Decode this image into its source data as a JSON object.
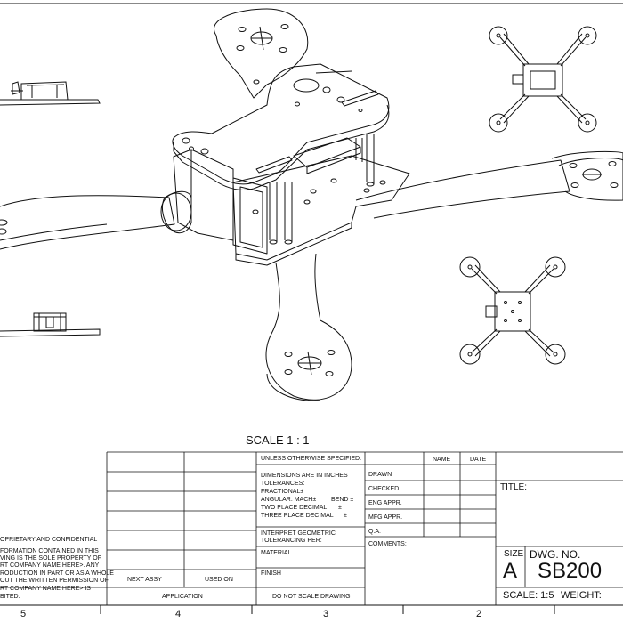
{
  "drawing": {
    "scale_label": "SCALE 1 : 1",
    "title_block": {
      "unless_specified": "UNLESS OTHERWISE SPECIFIED:",
      "name_col": "NAME",
      "date_col": "DATE",
      "dimensions": "DIMENSIONS ARE IN INCHES",
      "tolerances": "TOLERANCES:",
      "fractional": "FRACTIONAL±",
      "angular": "ANGULAR: MACH±",
      "bend": "BEND ±",
      "two_place": "TWO PLACE DECIMAL",
      "two_place_pm": "±",
      "three_place": "THREE PLACE DECIMAL",
      "three_place_pm": "±",
      "interpret_1": "INTERPRET GEOMETRIC",
      "interpret_2": "TOLERANCING PER:",
      "material": "MATERIAL",
      "finish": "FINISH",
      "no_scale": "DO NOT SCALE DRAWING",
      "drawn": "DRAWN",
      "checked": "CHECKED",
      "eng_appr": "ENG APPR.",
      "mfg_appr": "MFG APPR.",
      "qa": "Q.A.",
      "comments": "COMMENTS:",
      "title": "TITLE:",
      "size_label": "SIZE",
      "size_value": "A",
      "dwg_no_label": "DWG. NO.",
      "dwg_no_value": "SB200",
      "scale": "SCALE: 1:5",
      "weight": "WEIGHT:",
      "next_assy": "NEXT ASSY",
      "used_on": "USED ON",
      "application": "APPLICATION"
    },
    "proprietary_lines": [
      "OPRIETARY AND CONFIDENTIAL",
      "FORMATION CONTAINED IN THIS",
      "VING IS THE SOLE PROPERTY OF",
      "RT COMPANY NAME HERE>.  ANY",
      "RODUCTION IN PART OR AS A WHOLE",
      "OUT THE WRITTEN PERMISSION OF",
      "RT COMPANY NAME HERE> IS",
      "BITED."
    ],
    "zone_numbers": [
      "5",
      "4",
      "3",
      "2"
    ]
  }
}
